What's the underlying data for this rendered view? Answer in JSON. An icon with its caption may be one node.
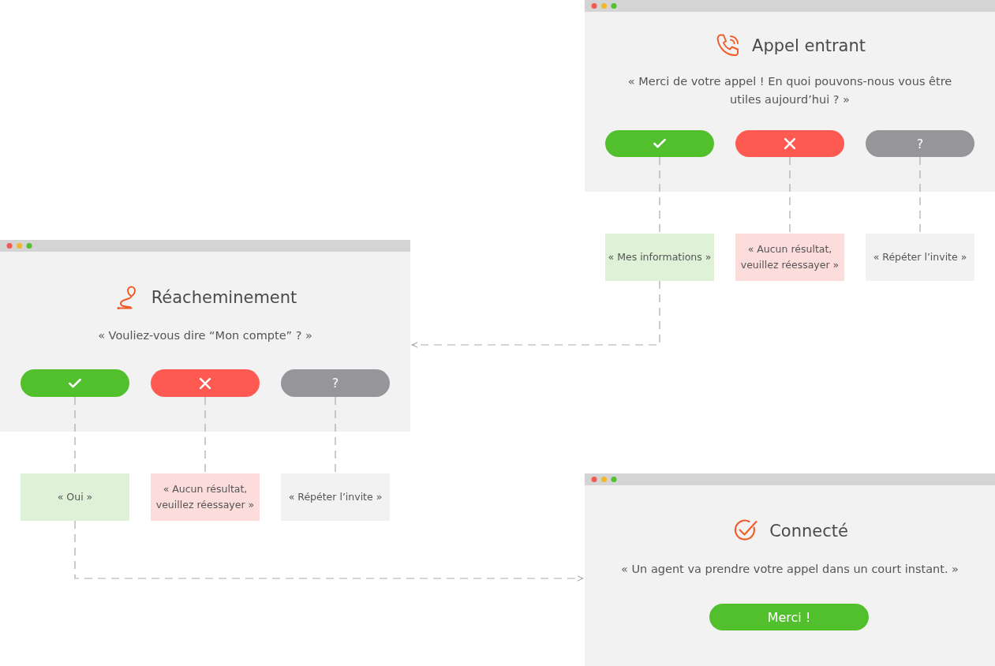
{
  "diagram": {
    "nodes": [
      {
        "text": [
          "Appel entrant",
          "« Merci de votre appel ! En quoi pouvons-nous vous être utiles aujourd’hui ? »"
        ]
      },
      {
        "text": [],
        "shape": "button",
        "in": 0
      },
      {
        "text": [],
        "shape": "button",
        "in": 0
      },
      {
        "text": [
          "?"
        ],
        "in": 0
      },
      {
        "text": [
          "« Mes informations »"
        ]
      },
      {
        "text": [
          "« Aucun résultat, veuillez réessayer »"
        ]
      },
      {
        "text": [
          "« Répéter l’invite »"
        ]
      },
      {
        "text": [
          "Réacheminement",
          "« Vouliez-vous dire “Mon compte” ? »"
        ]
      },
      {
        "text": [],
        "shape": "button",
        "in": 7
      },
      {
        "text": [],
        "shape": "button",
        "in": 7
      },
      {
        "text": [
          "?"
        ],
        "in": 7
      },
      {
        "text": [
          "« Oui »"
        ]
      },
      {
        "text": [
          "« Aucun résultat, veuillez réessayer »"
        ]
      },
      {
        "text": [
          "« Répéter l’invite »"
        ]
      },
      {
        "text": [
          "Connecté",
          "« Un agent va prendre votre appel dans un court instant. »"
        ]
      },
      {
        "text": [
          "Merci !"
        ],
        "in": 14
      }
    ],
    "edges": [
      {
        "from": 1,
        "to": 4,
        "arrow": "none",
        "style": "dashed"
      },
      {
        "from": 2,
        "to": 5,
        "arrow": "none",
        "style": "dashed"
      },
      {
        "from": 3,
        "to": 6,
        "arrow": "none",
        "style": "dashed"
      },
      {
        "from": 4,
        "to": 7,
        "arrow": "to",
        "style": "dashed"
      },
      {
        "from": 8,
        "to": 11,
        "arrow": "none",
        "style": "dashed"
      },
      {
        "from": 9,
        "to": 12,
        "arrow": "none",
        "style": "dashed"
      },
      {
        "from": 10,
        "to": 13,
        "arrow": "none",
        "style": "dashed"
      },
      {
        "from": 11,
        "to": 14,
        "arrow": "to",
        "style": "dashed"
      }
    ]
  }
}
